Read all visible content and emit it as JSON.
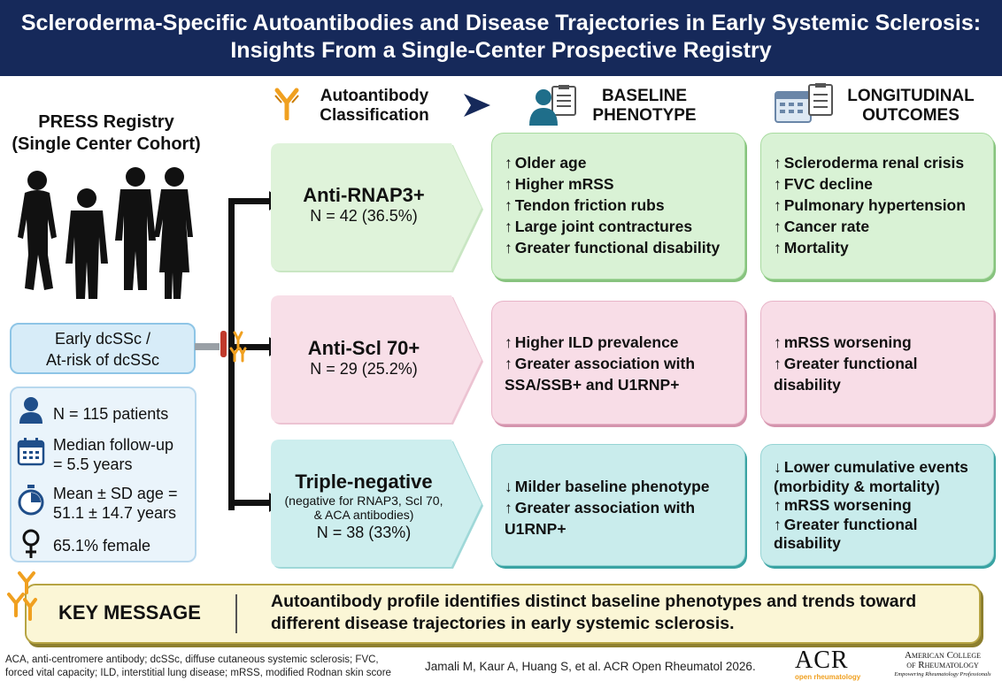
{
  "header": {
    "title_line1": "Scleroderma-Specific Autoantibodies and Disease Trajectories in Early Systemic Sclerosis:",
    "title_line2": "Insights From a Single-Center Prospective Registry"
  },
  "registry": {
    "title_line1": "PRESS Registry",
    "title_line2": "(Single Center Cohort)",
    "population_line1": "Early dcSSc /",
    "population_line2": "At-risk of dcSSc"
  },
  "stats": [
    {
      "icon": "person-icon",
      "line1": "N = 115 patients",
      "line2": ""
    },
    {
      "icon": "calendar-icon",
      "line1": "Median follow-up",
      "line2": "= 5.5 years"
    },
    {
      "icon": "stopwatch-icon",
      "line1": "Mean ± SD age =",
      "line2": "51.1 ± 14.7 years"
    },
    {
      "icon": "female-symbol-icon",
      "line1": "65.1% female",
      "line2": ""
    }
  ],
  "columns": {
    "classification_line1": "Autoantibody",
    "classification_line2": "Classification",
    "baseline_line1": "BASELINE",
    "baseline_line2": "PHENOTYPE",
    "outcomes_line1": "LONGITUDINAL",
    "outcomes_line2": "OUTCOMES"
  },
  "groups": {
    "rnap3": {
      "name": "Anti-RNAP3+",
      "n": "N = 42 (36.5%)",
      "baseline": [
        "Older age",
        "Higher mRSS",
        "Tendon friction rubs",
        "Large joint contractures",
        "Greater functional disability"
      ],
      "outcomes": [
        "Scleroderma renal crisis",
        "FVC decline",
        "Pulmonary hypertension",
        "Cancer rate",
        "Mortality"
      ]
    },
    "scl70": {
      "name": "Anti-Scl 70+",
      "n": "N = 29 (25.2%)",
      "baseline_1": "Higher ILD prevalence",
      "baseline_2a": "Greater association with",
      "baseline_2b": "SSA/SSB+ and U1RNP+",
      "outcomes_1": "mRSS worsening",
      "outcomes_2a": "Greater functional",
      "outcomes_2b": "disability"
    },
    "triple": {
      "name": "Triple-negative",
      "sub_line1": "(negative for RNAP3, Scl 70,",
      "sub_line2": "& ACA antibodies)",
      "n": "N = 38 (33%)",
      "baseline_1": "Milder baseline phenotype",
      "baseline_2a": "Greater association with",
      "baseline_2b": "U1RNP+",
      "outcomes_1a": "Lower cumulative events",
      "outcomes_1b": "(morbidity & mortality)",
      "outcomes_2": "mRSS worsening",
      "outcomes_3a": "Greater functional",
      "outcomes_3b": "disability"
    }
  },
  "key_message": {
    "label": "KEY MESSAGE",
    "line1": "Autoantibody profile identifies distinct baseline phenotypes and trends toward",
    "line2": "different disease trajectories in early systemic sclerosis."
  },
  "footer": {
    "abbrev_line1": "ACA, anti-centromere antibody; dcSSc, diffuse cutaneous systemic sclerosis; FVC,",
    "abbrev_line2": "forced vital capacity; ILD, interstitial lung disease; mRSS, modified Rodnan skin score",
    "citation": "Jamali M, Kaur A, Huang S, et al. ACR Open Rheumatol 2026.",
    "logo_acr": "ACR",
    "logo_acr_sub": "open rheumatology",
    "logo_college_line1": "American College",
    "logo_college_line2": "of Rheumatology",
    "logo_college_tag": "Empowering Rheumatology Professionals"
  },
  "colors": {
    "navy": "#16295a",
    "green_box": "#d9f2d5",
    "pink_box": "#f8dde7",
    "teal_box": "#c9ecec",
    "key_box": "#fbf6d6",
    "antibody_orange": "#f0a020"
  }
}
